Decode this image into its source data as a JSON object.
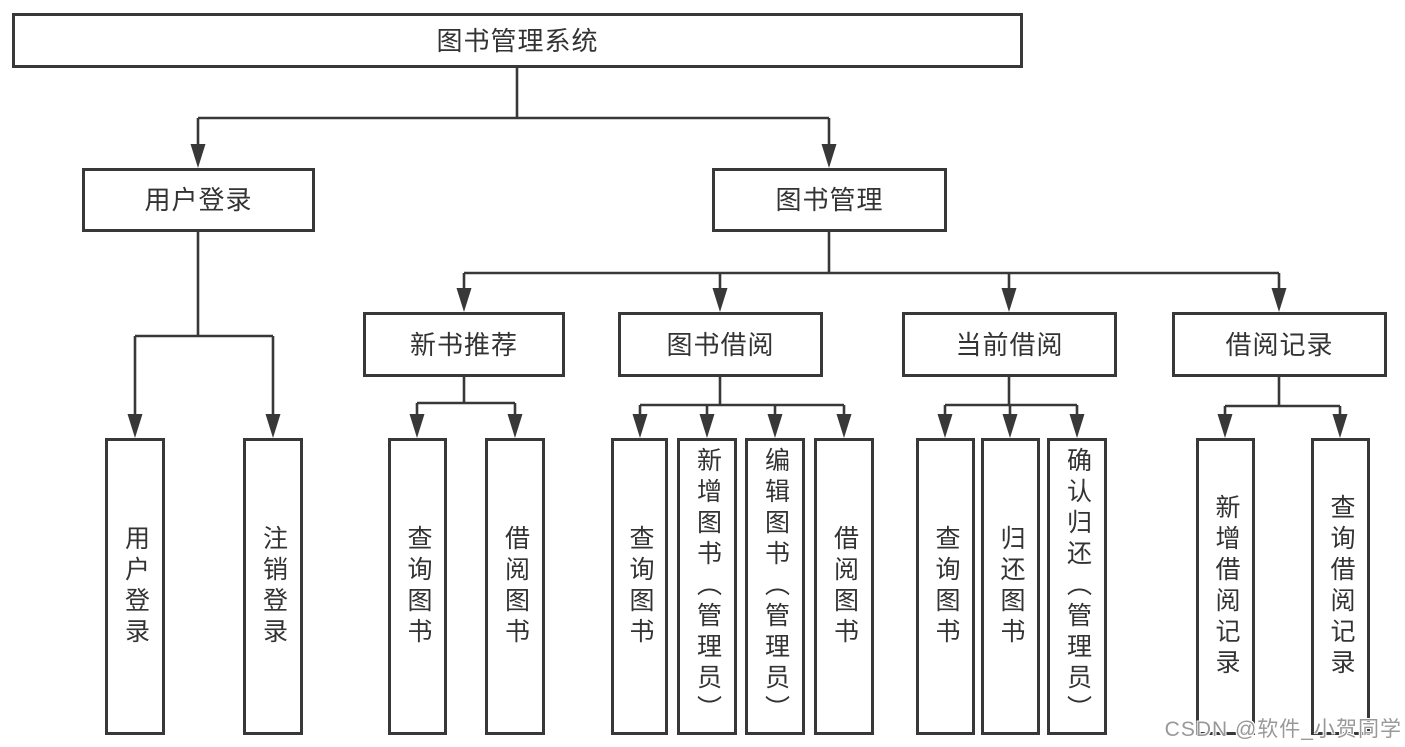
{
  "nodes": {
    "root": {
      "label": "图书管理系统"
    },
    "level2": [
      {
        "label": "用户登录",
        "parent": "图书管理系统"
      },
      {
        "label": "图书管理",
        "parent": "图书管理系统"
      }
    ],
    "level3": [
      {
        "label": "新书推荐",
        "parent": "图书管理"
      },
      {
        "label": "图书借阅",
        "parent": "图书管理"
      },
      {
        "label": "当前借阅",
        "parent": "图书管理"
      },
      {
        "label": "借阅记录",
        "parent": "图书管理"
      }
    ],
    "leaves": [
      {
        "label": "用户登录",
        "parent": "用户登录"
      },
      {
        "label": "注销登录",
        "parent": "用户登录"
      },
      {
        "label": "查询图书",
        "parent": "新书推荐"
      },
      {
        "label": "借阅图书",
        "parent": "新书推荐"
      },
      {
        "label": "查询图书",
        "parent": "图书借阅"
      },
      {
        "label": "新增图书（管理员）",
        "parent": "图书借阅"
      },
      {
        "label": "编辑图书（管理员）",
        "parent": "图书借阅"
      },
      {
        "label": "借阅图书",
        "parent": "图书借阅"
      },
      {
        "label": "查询图书",
        "parent": "当前借阅"
      },
      {
        "label": "归还图书",
        "parent": "当前借阅"
      },
      {
        "label": "确认归还（管理员）",
        "parent": "当前借阅"
      },
      {
        "label": "新增借阅记录",
        "parent": "借阅记录"
      },
      {
        "label": "查询借阅记录",
        "parent": "借阅记录"
      }
    ]
  },
  "watermark": {
    "text": "CSDN @软件_小贺同学"
  },
  "colors": {
    "line": "#383838",
    "border": "#383838",
    "text": "#333333",
    "background": "#ffffff",
    "watermark": "#999999"
  }
}
